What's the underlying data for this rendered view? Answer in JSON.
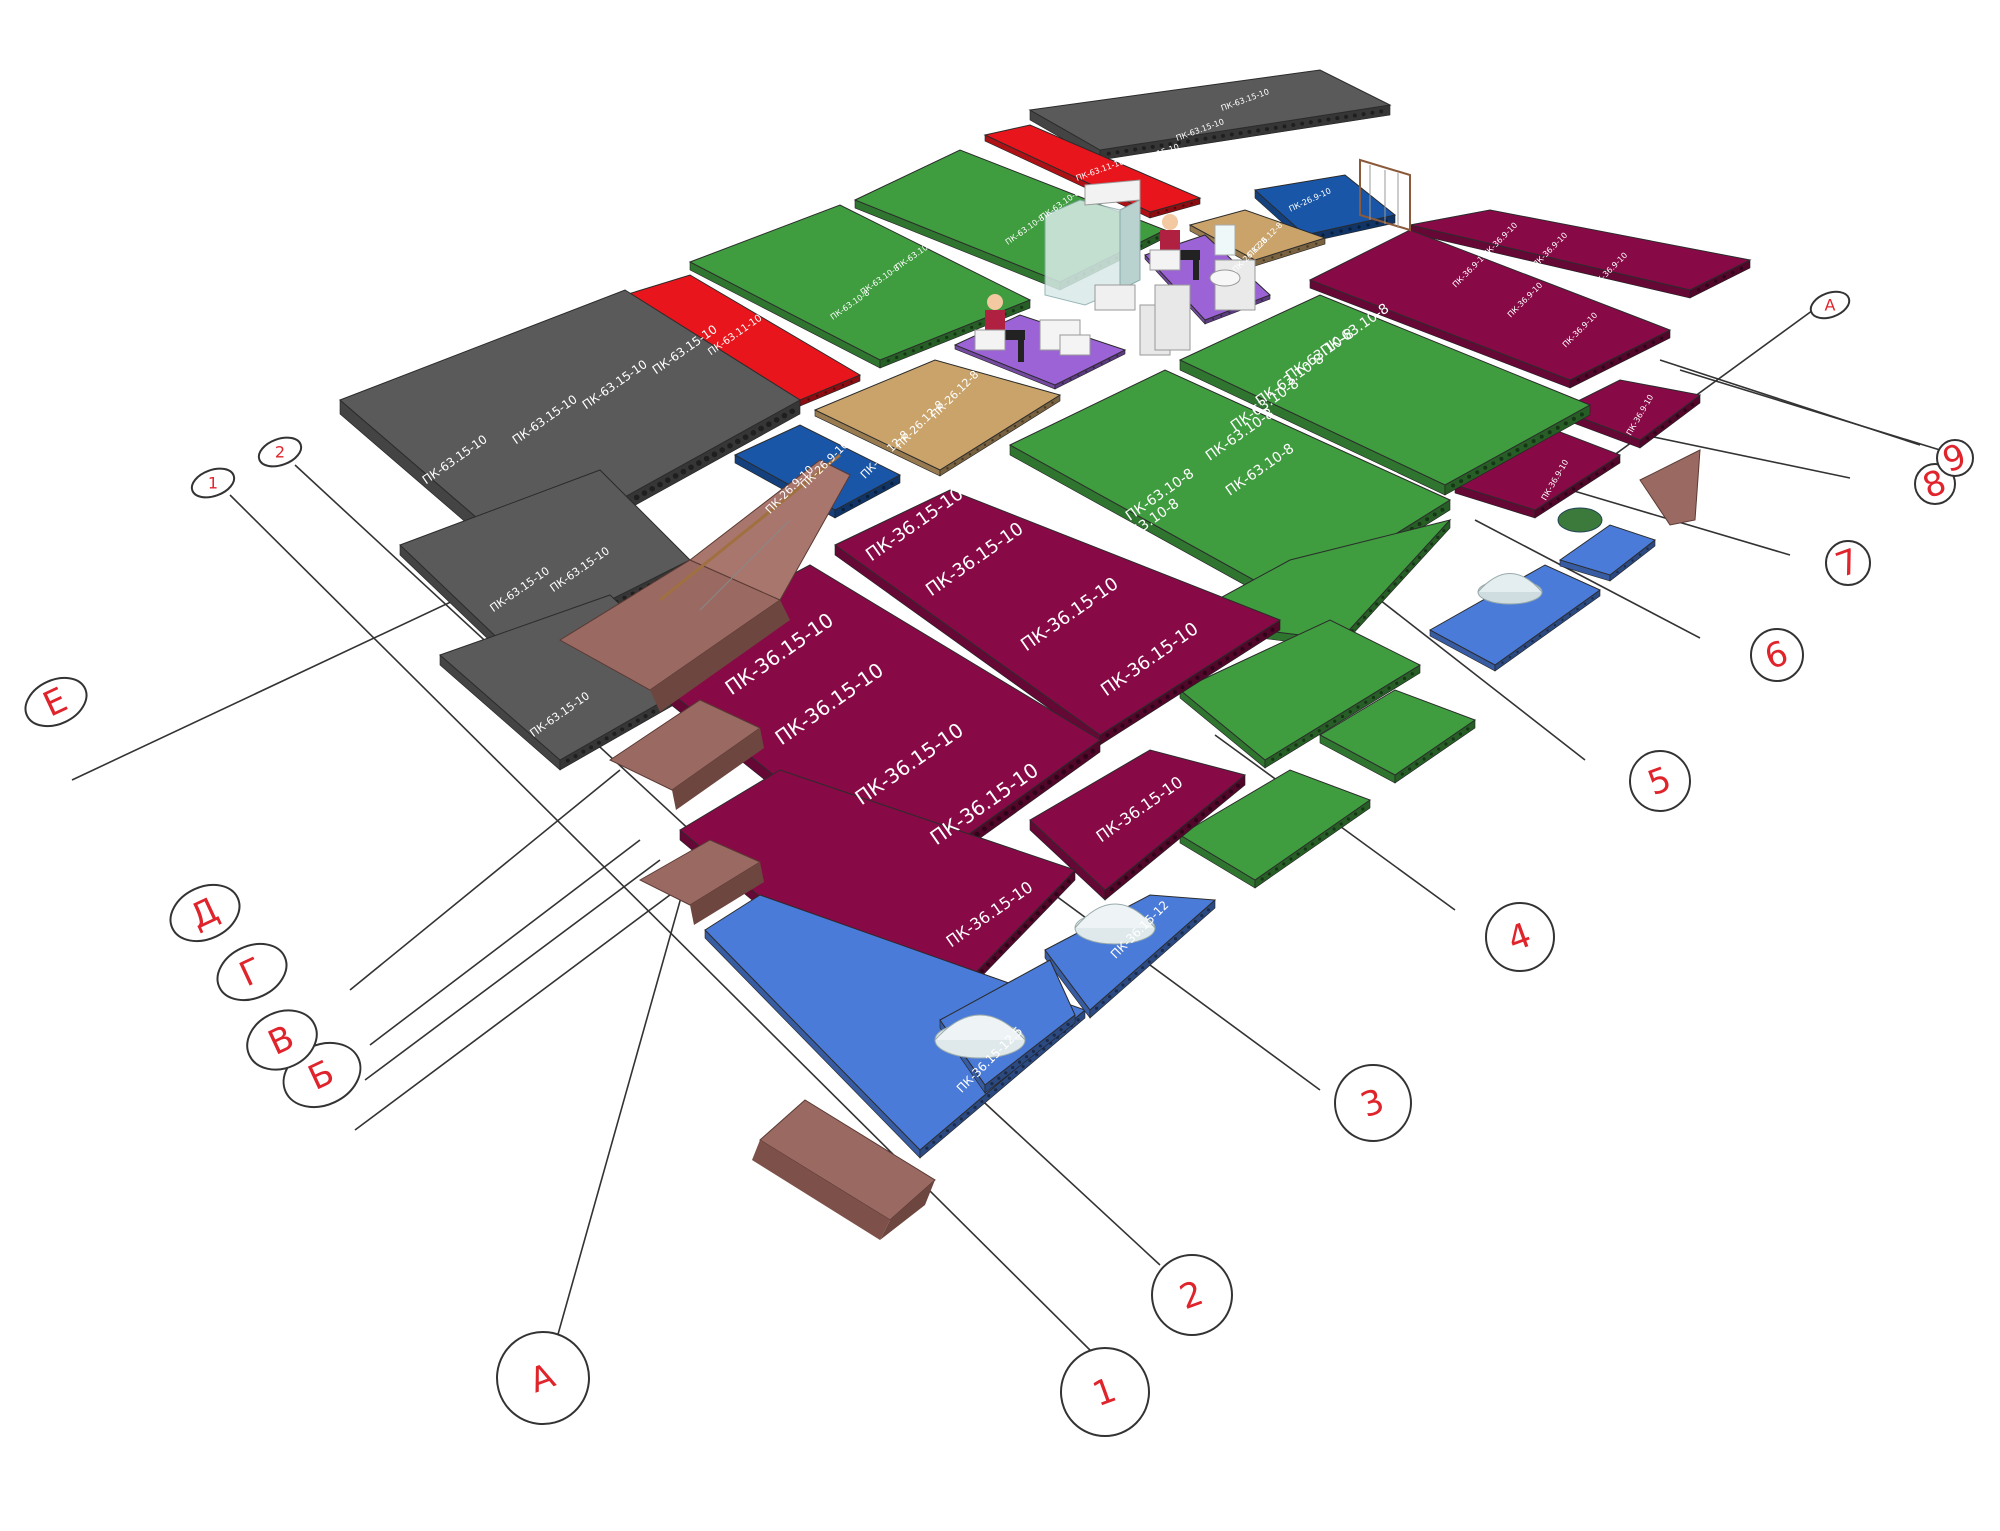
{
  "colors": {
    "gray": "#5a5a5a",
    "red": "#e8161c",
    "green": "#3f9c3f",
    "maroon": "#870a46",
    "blue_dark": "#1a56a8",
    "blue_light": "#4a7bd8",
    "tan": "#c9a36a",
    "purple": "#9b63d6",
    "brick": "#9a6a62",
    "axis_text": "#e0242c"
  },
  "slab_labels": {
    "pk36_15_10": "ПК-36.15-10",
    "pk63_10_8": "ПК-63.10-8",
    "pk63_15_10": "ПК-63.15-10",
    "pk63_10_8_small": "ПК-63.10-8",
    "pk26_12_8": "ПК-26.12-8",
    "pk26_9_10": "ПК-26.9-10",
    "pk63_11_10": "ПК-63.11-10",
    "pk36_15_12_5": "ПК-36.15-12.5",
    "pk36_15_12": "ПК-36.15-12",
    "pk36_9_10": "ПК-36.9-10"
  },
  "axes": {
    "letters": [
      {
        "id": "A",
        "label": "А"
      },
      {
        "id": "B",
        "label": "Б"
      },
      {
        "id": "V",
        "label": "В"
      },
      {
        "id": "G",
        "label": "Г"
      },
      {
        "id": "D",
        "label": "Д"
      },
      {
        "id": "E",
        "label": "Е"
      },
      {
        "id": "A-top",
        "label": "А"
      }
    ],
    "numbers": [
      {
        "id": "1",
        "label": "1"
      },
      {
        "id": "2",
        "label": "2"
      },
      {
        "id": "3",
        "label": "3"
      },
      {
        "id": "4",
        "label": "4"
      },
      {
        "id": "5",
        "label": "5"
      },
      {
        "id": "6",
        "label": "6"
      },
      {
        "id": "7",
        "label": "7"
      },
      {
        "id": "8",
        "label": "8"
      },
      {
        "id": "9",
        "label": "9"
      },
      {
        "id": "1-top",
        "label": "1"
      },
      {
        "id": "2-top",
        "label": "2"
      }
    ]
  }
}
